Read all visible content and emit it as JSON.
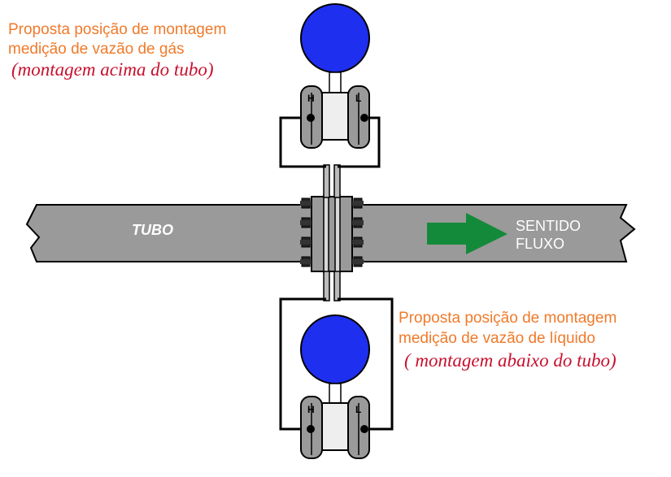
{
  "top_annotation": {
    "line1": "Proposta posição de montagem",
    "line2": "medição de vazão de gás",
    "line3": "(montagem acima do tubo)"
  },
  "bottom_annotation": {
    "line1": "Proposta posição de montagem",
    "line2": "medição de vazão de líquido",
    "line3": "( montagem abaixo do tubo)"
  },
  "pipe": {
    "label": "TUBO",
    "flow_line1": "SENTIDO",
    "flow_line2": "FLUXO"
  },
  "ports": {
    "high": "H",
    "low": "L"
  },
  "colors": {
    "annotation": "#f07a2a",
    "mounting": "#c8102e",
    "pipe": "#9a9a9a",
    "gauge": "#1f2ff0",
    "flow_arrow": "#138a3a"
  }
}
